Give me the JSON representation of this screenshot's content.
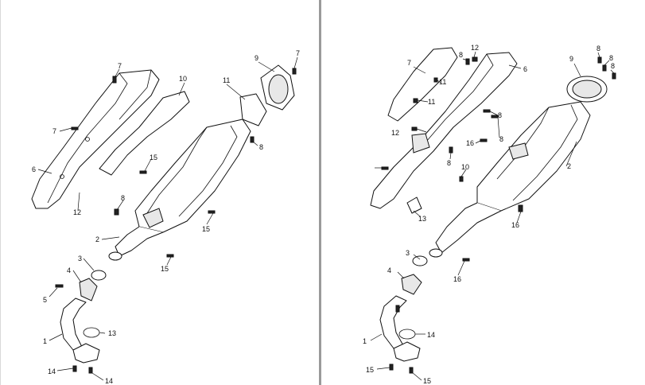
{
  "left_diagram": {
    "callouts": [
      "7",
      "9",
      "7",
      "10",
      "11",
      "7",
      "8",
      "6",
      "15",
      "12",
      "8",
      "2",
      "15",
      "15",
      "3",
      "4",
      "5",
      "1",
      "13",
      "14",
      "14"
    ]
  },
  "right_diagram": {
    "callouts": [
      "12",
      "7",
      "8",
      "6",
      "9",
      "8",
      "8",
      "11",
      "11",
      "8",
      "8",
      "12",
      "16",
      "8",
      "10",
      "8",
      "2",
      "13",
      "16",
      "3",
      "4",
      "16",
      "14",
      "1",
      "15",
      "15"
    ]
  }
}
